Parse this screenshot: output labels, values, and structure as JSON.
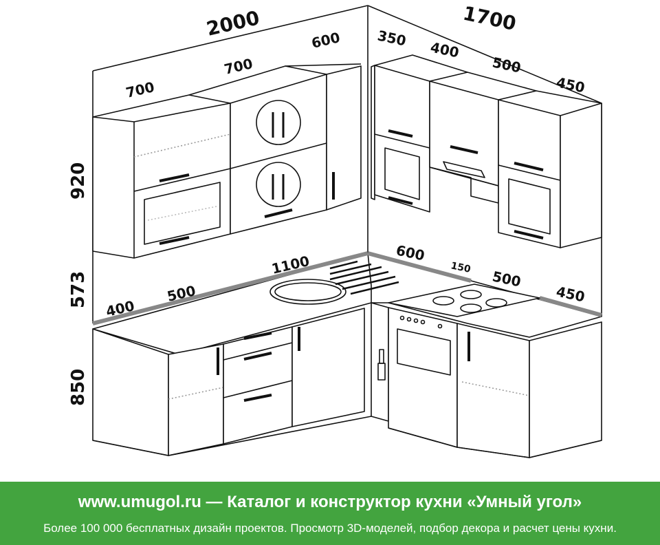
{
  "dimensions": {
    "top_left_total": "2000",
    "top_right_total": "1700",
    "upper_left_1": "700",
    "upper_left_2": "700",
    "upper_left_3": "600",
    "upper_right_1": "350",
    "upper_right_2": "400",
    "upper_right_3": "500",
    "upper_right_4": "450",
    "height_upper": "920",
    "height_gap": "573",
    "height_lower": "850",
    "counter_left_1": "400",
    "counter_left_2": "500",
    "counter_left_3": "1100",
    "counter_right_1": "600",
    "counter_right_2": "150",
    "counter_right_3": "500",
    "counter_right_4": "450"
  },
  "banner": {
    "title": "www.umugol.ru — Каталог и конструктор кухни «Умный угол»",
    "subtitle": "Более 100 000 бесплатных дизайн проектов. Просмотр 3D-моделей, подбор декора и расчет цены кухни."
  },
  "colors": {
    "banner_bg": "#43a43f",
    "banner_text": "#ffffff",
    "line": "#111111",
    "countertop_edge": "#888888"
  }
}
